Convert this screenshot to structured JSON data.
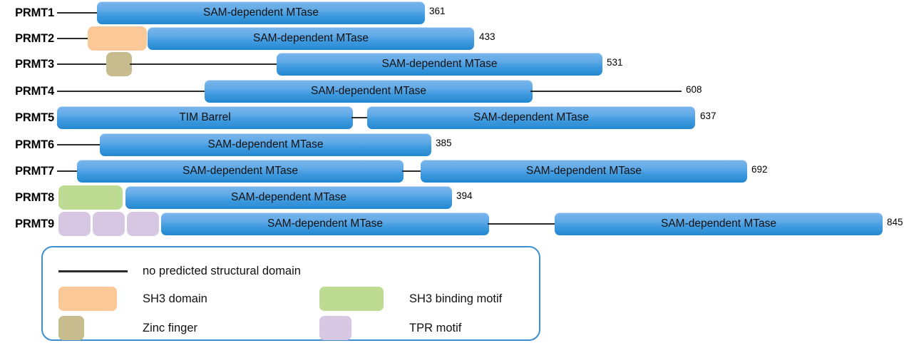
{
  "figure": {
    "type": "protein-domain-diagram",
    "title": "",
    "background_color": "#ffffff"
  },
  "colors": {
    "mtase_blue": "#3e9adf",
    "sh3_orange": "#fbc898",
    "zinc_tan": "#c6bc8e",
    "sh3_binding_green": "#bedb93",
    "tpr_purple": "#d8c7e2",
    "backbone_black": "#2b2b2b",
    "legend_border_blue": "#3d8fd0"
  },
  "proteins": [
    {
      "name": "PRMT1",
      "length": "361",
      "domains": [
        {
          "kind": "line",
          "label": ""
        },
        {
          "kind": "mtase",
          "label": "SAM-dependent MTase"
        }
      ]
    },
    {
      "name": "PRMT2",
      "length": "433",
      "domains": [
        {
          "kind": "line",
          "label": ""
        },
        {
          "kind": "sh3",
          "label": ""
        },
        {
          "kind": "mtase",
          "label": "SAM-dependent MTase"
        }
      ]
    },
    {
      "name": "PRMT3",
      "length": "531",
      "domains": [
        {
          "kind": "line",
          "label": ""
        },
        {
          "kind": "zinc",
          "label": ""
        },
        {
          "kind": "line",
          "label": ""
        },
        {
          "kind": "mtase",
          "label": "SAM-dependent MTase"
        }
      ]
    },
    {
      "name": "PRMT4",
      "length": "608",
      "domains": [
        {
          "kind": "line",
          "label": ""
        },
        {
          "kind": "mtase",
          "label": "SAM-dependent MTase"
        },
        {
          "kind": "line",
          "label": ""
        }
      ]
    },
    {
      "name": "PRMT5",
      "length": "637",
      "domains": [
        {
          "kind": "mtase",
          "label": "TIM Barrel"
        },
        {
          "kind": "line",
          "label": ""
        },
        {
          "kind": "mtase",
          "label": "SAM-dependent MTase"
        }
      ]
    },
    {
      "name": "PRMT6",
      "length": "385",
      "domains": [
        {
          "kind": "line",
          "label": ""
        },
        {
          "kind": "mtase",
          "label": "SAM-dependent MTase"
        }
      ]
    },
    {
      "name": "PRMT7",
      "length": "692",
      "domains": [
        {
          "kind": "line",
          "label": ""
        },
        {
          "kind": "mtase",
          "label": "SAM-dependent MTase"
        },
        {
          "kind": "line",
          "label": ""
        },
        {
          "kind": "mtase",
          "label": "SAM-dependent MTase"
        }
      ]
    },
    {
      "name": "PRMT8",
      "length": "394",
      "domains": [
        {
          "kind": "sh3bind",
          "label": ""
        },
        {
          "kind": "mtase",
          "label": "SAM-dependent MTase"
        }
      ]
    },
    {
      "name": "PRMT9",
      "length": "845",
      "domains": [
        {
          "kind": "tpr",
          "label": ""
        },
        {
          "kind": "tpr",
          "label": ""
        },
        {
          "kind": "tpr",
          "label": ""
        },
        {
          "kind": "mtase",
          "label": "SAM-dependent MTase"
        },
        {
          "kind": "line",
          "label": ""
        },
        {
          "kind": "mtase",
          "label": "SAM-dependent MTase"
        }
      ]
    }
  ],
  "legend": {
    "entries": [
      {
        "key": "no-predicted-structural-domain",
        "label": "no predicted structural domain",
        "swatch": "line"
      },
      {
        "key": "sh3-domain",
        "label": "SH3 domain",
        "swatch": "sh3"
      },
      {
        "key": "sh3-binding-motif",
        "label": "SH3 binding motif",
        "swatch": "sh3bind"
      },
      {
        "key": "zinc-finger",
        "label": "Zinc finger",
        "swatch": "zinc"
      },
      {
        "key": "tpr-motif",
        "label": "TPR motif",
        "swatch": "tpr"
      }
    ]
  }
}
